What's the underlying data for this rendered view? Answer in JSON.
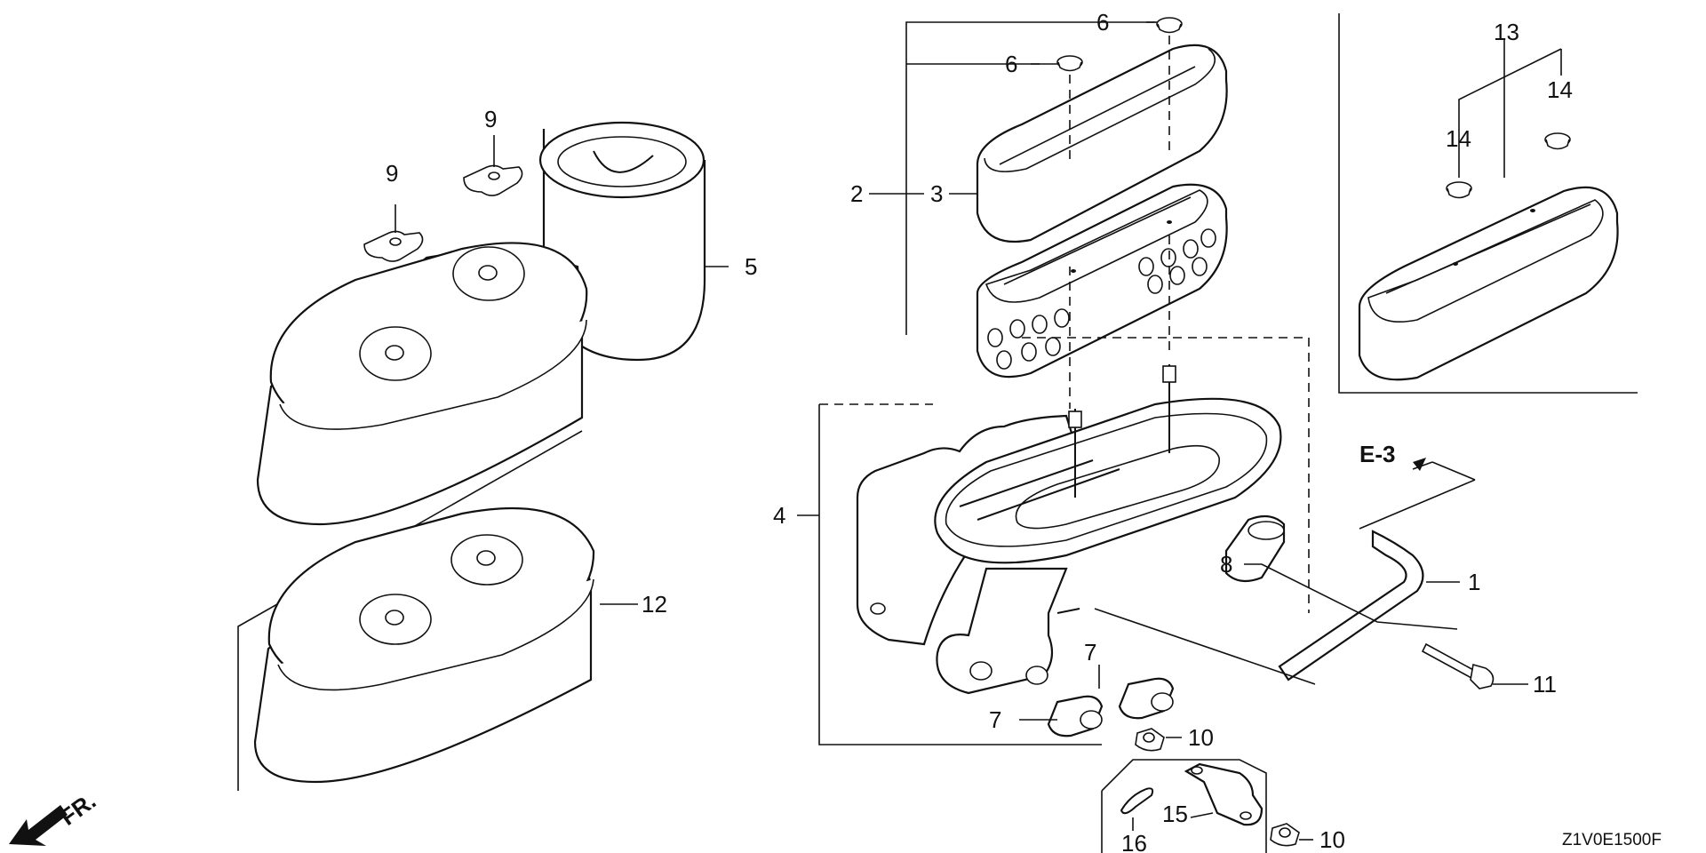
{
  "diagram": {
    "drawing_code": "Z1V0E1500F",
    "front_marker": "FR.",
    "ref_marker": "E-3",
    "callouts": {
      "c1": "1",
      "c2": "2",
      "c3": "3",
      "c4": "4",
      "c5": "5",
      "c6a": "6",
      "c6b": "6",
      "c7a": "7",
      "c7b": "7",
      "c8": "8",
      "c9a": "9",
      "c9b": "9",
      "c10a": "10",
      "c10b": "10",
      "c11": "11",
      "c12": "12",
      "c13": "13",
      "c14a": "14",
      "c14b": "14",
      "c15": "15",
      "c16": "16"
    }
  }
}
